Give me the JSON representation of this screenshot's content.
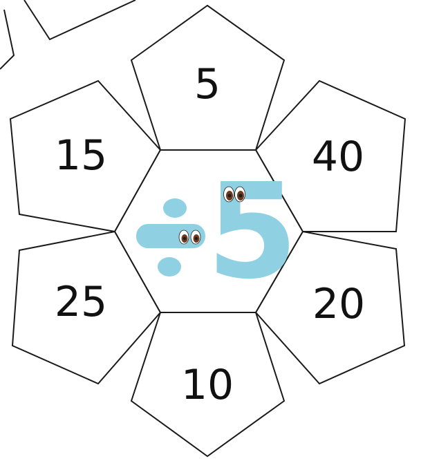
{
  "colors": {
    "outline": "#1a1a1a",
    "symbol": "#8fd1e3",
    "eye_white": "#ffffff",
    "iris": "#6b3a1f",
    "pupil": "#1a1a1a"
  },
  "center": {
    "operator_icon": "division-sign-icon",
    "divisor": "5"
  },
  "petals": [
    {
      "label": "5"
    },
    {
      "label": "40"
    },
    {
      "label": "20"
    },
    {
      "label": "10"
    },
    {
      "label": "25"
    },
    {
      "label": "15"
    }
  ]
}
